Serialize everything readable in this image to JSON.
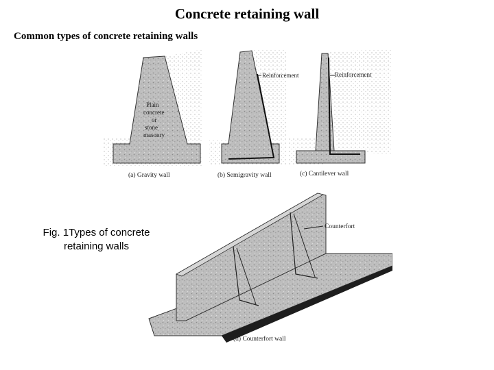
{
  "slide": {
    "title": "Concrete retaining wall",
    "subtitle": "Common types of concrete retaining walls",
    "caption_line1": "Fig. 1Types of concrete",
    "caption_line2": "retaining walls"
  },
  "figure": {
    "gravity": {
      "material_lines": [
        "Plain",
        "concrete",
        "or",
        "stone",
        "masonry"
      ],
      "caption": "(a) Gravity wall"
    },
    "semigravity": {
      "label": "Reinforcement",
      "caption": "(b) Semigravity wall"
    },
    "cantilever": {
      "label": "Reinforcement",
      "caption": "(c) Cantilever wall"
    },
    "counterfort": {
      "label": "Counterfort",
      "caption": "(d) Counterfort wall"
    }
  },
  "colors": {
    "concrete": "#b9b9b9",
    "soil": "#e6e6e6",
    "ink": "#222222"
  }
}
